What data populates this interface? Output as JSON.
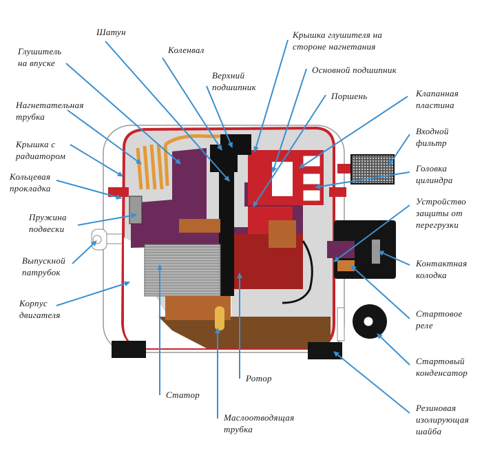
{
  "diagram": {
    "subject": "Hermetic refrigeration compressor (cutaway)",
    "leader_color": "#3a8fd0",
    "labels": [
      {
        "id": "shatun",
        "text": "Шатун"
      },
      {
        "id": "glushitel",
        "text": "Глушитель\nна впуске"
      },
      {
        "id": "kolenval",
        "text": "Коленвал"
      },
      {
        "id": "verkhniy",
        "text": "Верхний\nподшипник"
      },
      {
        "id": "kryshka_glush",
        "text": "Крышка глушителя на\nстороне нагнетания"
      },
      {
        "id": "osnovnoy",
        "text": "Основной подшипник"
      },
      {
        "id": "porshen",
        "text": "Поршень"
      },
      {
        "id": "nagnet",
        "text": "Нагнетательная\nтрубка"
      },
      {
        "id": "klapannaya",
        "text": "Клапанная\nпластина"
      },
      {
        "id": "kryshka_rad",
        "text": "Крышка с\nрадиатором"
      },
      {
        "id": "vkhodnoy",
        "text": "Входной\nфильтр"
      },
      {
        "id": "koltsevaya",
        "text": "Кольцевая\nпрокладка"
      },
      {
        "id": "golovka",
        "text": "Головка\nцилиндра"
      },
      {
        "id": "pruzhina",
        "text": "Пружина\nподвески"
      },
      {
        "id": "ustroystvo",
        "text": "Устройство\nзащиты от\nперегрузки"
      },
      {
        "id": "vypusknoy",
        "text": "Выпускной\nпатрубок"
      },
      {
        "id": "kontaktnaya",
        "text": "Контактная\nколодка"
      },
      {
        "id": "korpus",
        "text": "Корпус\nдвигателя"
      },
      {
        "id": "startovoe",
        "text": "Стартовое\nреле"
      },
      {
        "id": "startovy",
        "text": "Стартовый\nконденсатор"
      },
      {
        "id": "rotor",
        "text": "Ротор"
      },
      {
        "id": "stator",
        "text": "Статор"
      },
      {
        "id": "maslo",
        "text": "Маслоотводящая\nтрубка"
      },
      {
        "id": "rezinovaya",
        "text": "Резиновая\nизолирующая\nшайба"
      }
    ]
  }
}
